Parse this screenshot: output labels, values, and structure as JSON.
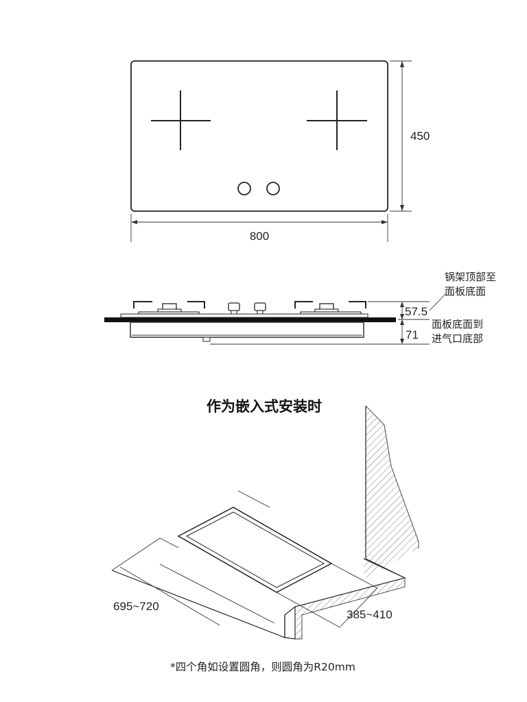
{
  "top_view": {
    "width_label": "800",
    "depth_label": "450"
  },
  "side_view": {
    "label_top_dim": "57.5",
    "label_bottom_dim": "71",
    "callout_top_line1": "锅架顶部至",
    "callout_top_line2": "面板底面",
    "callout_bottom_line1": "面板底面到",
    "callout_bottom_line2": "进气口底部"
  },
  "install": {
    "title": "作为嵌入式安装时",
    "width_range": "695~720",
    "depth_range": "385~410"
  },
  "footnote": "*四个角如设置圆角，则圆角为R20mm"
}
